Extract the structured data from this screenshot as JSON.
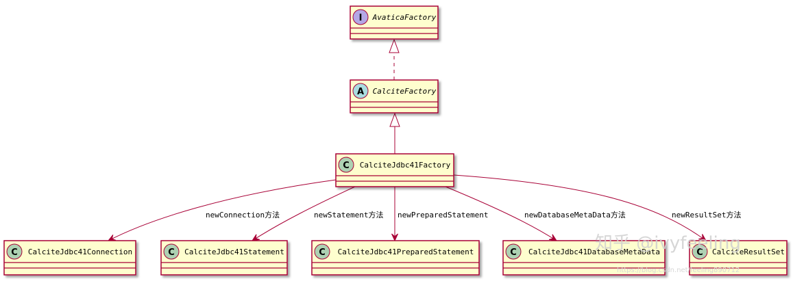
{
  "diagram": {
    "colors": {
      "box_fill": "#FEFECE",
      "box_border": "#A80036",
      "edge": "#A80036",
      "interface_badge": "#B4A7E5",
      "abstract_badge": "#A9DCDF",
      "class_badge": "#ADD1B2"
    },
    "classes": [
      {
        "id": "avatica-factory",
        "kind": "interface",
        "badge": "I",
        "name": "AvaticaFactory",
        "italic": true
      },
      {
        "id": "calcite-factory",
        "kind": "abstract",
        "badge": "A",
        "name": "CalciteFactory",
        "italic": true
      },
      {
        "id": "calcite-jdbc41-factory",
        "kind": "class",
        "badge": "C",
        "name": "CalciteJdbc41Factory",
        "italic": false
      },
      {
        "id": "calcite-jdbc41-connection",
        "kind": "class",
        "badge": "C",
        "name": "CalciteJdbc41Connection",
        "italic": false
      },
      {
        "id": "calcite-jdbc41-statement",
        "kind": "class",
        "badge": "C",
        "name": "CalciteJdbc41Statement",
        "italic": false
      },
      {
        "id": "calcite-jdbc41-prepared-statement",
        "kind": "class",
        "badge": "C",
        "name": "CalciteJdbc41PreparedStatement",
        "italic": false
      },
      {
        "id": "calcite-jdbc41-database-meta-data",
        "kind": "class",
        "badge": "C",
        "name": "CalciteJdbc41DatabaseMetaData",
        "italic": false
      },
      {
        "id": "calcite-result-set",
        "kind": "class",
        "badge": "C",
        "name": "CalciteResultSet",
        "italic": false
      }
    ],
    "relations": [
      {
        "from": "calcite-factory",
        "to": "avatica-factory",
        "type": "implements",
        "label": ""
      },
      {
        "from": "calcite-jdbc41-factory",
        "to": "calcite-factory",
        "type": "extends",
        "label": ""
      },
      {
        "from": "calcite-jdbc41-factory",
        "to": "calcite-jdbc41-connection",
        "type": "creates",
        "label": "newConnection方法"
      },
      {
        "from": "calcite-jdbc41-factory",
        "to": "calcite-jdbc41-statement",
        "type": "creates",
        "label": "newStatement方法"
      },
      {
        "from": "calcite-jdbc41-factory",
        "to": "calcite-jdbc41-prepared-statement",
        "type": "creates",
        "label": "newPreparedStatement"
      },
      {
        "from": "calcite-jdbc41-factory",
        "to": "calcite-jdbc41-database-meta-data",
        "type": "creates",
        "label": "newDatabaseMetaData方法"
      },
      {
        "from": "calcite-jdbc41-factory",
        "to": "calcite-result-set",
        "type": "creates",
        "label": "newResultSet方法"
      }
    ]
  },
  "watermark": {
    "brand": "知乎 @ivyfeeling",
    "url": "https://blog.csdn.net/feeling890712"
  }
}
